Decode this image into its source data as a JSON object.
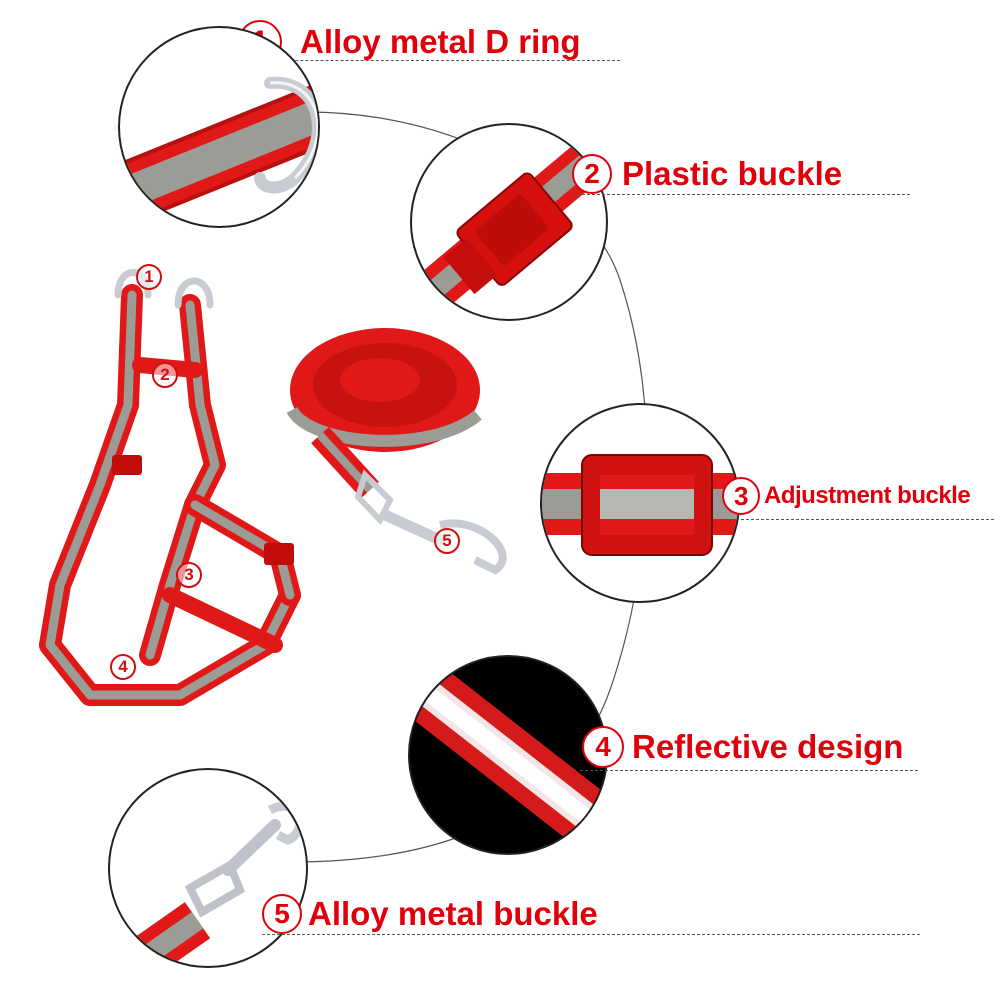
{
  "features": [
    {
      "number": "1",
      "label": "Alloy metal D ring"
    },
    {
      "number": "2",
      "label": "Plastic buckle"
    },
    {
      "number": "3",
      "label": "Adjustment buckle"
    },
    {
      "number": "4",
      "label": "Reflective design"
    },
    {
      "number": "5",
      "label": "Alloy metal buckle"
    }
  ],
  "product_markers": [
    "1",
    "2",
    "3",
    "4",
    "5"
  ],
  "colors": {
    "accent": "#e0000b",
    "strap_red": "#e01818",
    "reflective": "#9a9a94",
    "metal": "#c8ccd2"
  }
}
